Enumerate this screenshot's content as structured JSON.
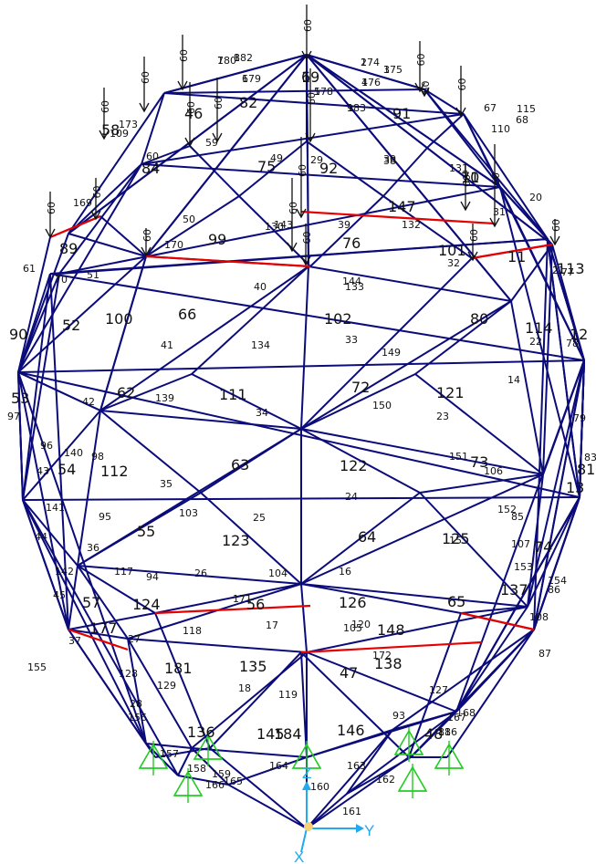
{
  "colors": {
    "background": "#ffffff",
    "member": "#0b0b7a",
    "brace": "#e60000",
    "load": "#111111",
    "support": "#22cc22",
    "axis": "#22aaee",
    "origin": "#f5d27a"
  },
  "loads": {
    "value": "60",
    "alt_value": "60.",
    "icon": "down-arrow-icon"
  },
  "supports": {
    "icon": "pinned-support-icon"
  },
  "axes": {
    "y_label": "Y",
    "x_label": "X",
    "z_label": "Z"
  },
  "member_labels": {
    "large": [
      "1",
      "10",
      "11",
      "12",
      "13",
      "56",
      "55",
      "54",
      "53",
      "52",
      "62",
      "63",
      "64",
      "65",
      "66",
      "72",
      "73",
      "74",
      "75",
      "76",
      "80",
      "81",
      "82",
      "84",
      "89",
      "90",
      "91",
      "92",
      "99",
      "100",
      "101",
      "102",
      "111",
      "112",
      "113",
      "114",
      "121",
      "122",
      "123",
      "124",
      "125",
      "126",
      "135",
      "136",
      "137",
      "138",
      "145",
      "146",
      "147",
      "148",
      "177",
      "181",
      "184",
      "47",
      "48",
      "57",
      "58",
      "46",
      "69",
      "71"
    ],
    "small": [
      "2",
      "3",
      "4",
      "5",
      "6",
      "7",
      "8",
      "9",
      "14",
      "15",
      "16",
      "17",
      "18",
      "20",
      "21",
      "22",
      "23",
      "24",
      "25",
      "26",
      "27",
      "28",
      "29",
      "30",
      "31",
      "32",
      "33",
      "34",
      "35",
      "36",
      "37",
      "38",
      "39",
      "40",
      "41",
      "42",
      "43",
      "44",
      "45",
      "49",
      "50",
      "51",
      "59",
      "60",
      "61",
      "67",
      "68",
      "70",
      "77",
      "78",
      "79",
      "83",
      "85",
      "86",
      "87",
      "88",
      "93",
      "94",
      "95",
      "96",
      "97",
      "98",
      "103",
      "104",
      "105",
      "106",
      "107",
      "108",
      "109",
      "110",
      "115",
      "116",
      "117",
      "118",
      "119",
      "120",
      "127",
      "128",
      "129",
      "130",
      "131",
      "132",
      "133",
      "134",
      "139",
      "140",
      "141",
      "142",
      "143",
      "144",
      "149",
      "150",
      "151",
      "152",
      "153",
      "154",
      "155",
      "156",
      "157",
      "158",
      "159",
      "160",
      "161",
      "162",
      "163",
      "164",
      "165",
      "166",
      "167",
      "168",
      "169",
      "170",
      "171",
      "172",
      "173",
      "174",
      "175",
      "176",
      "178",
      "179",
      "180",
      "182",
      "183"
    ]
  }
}
